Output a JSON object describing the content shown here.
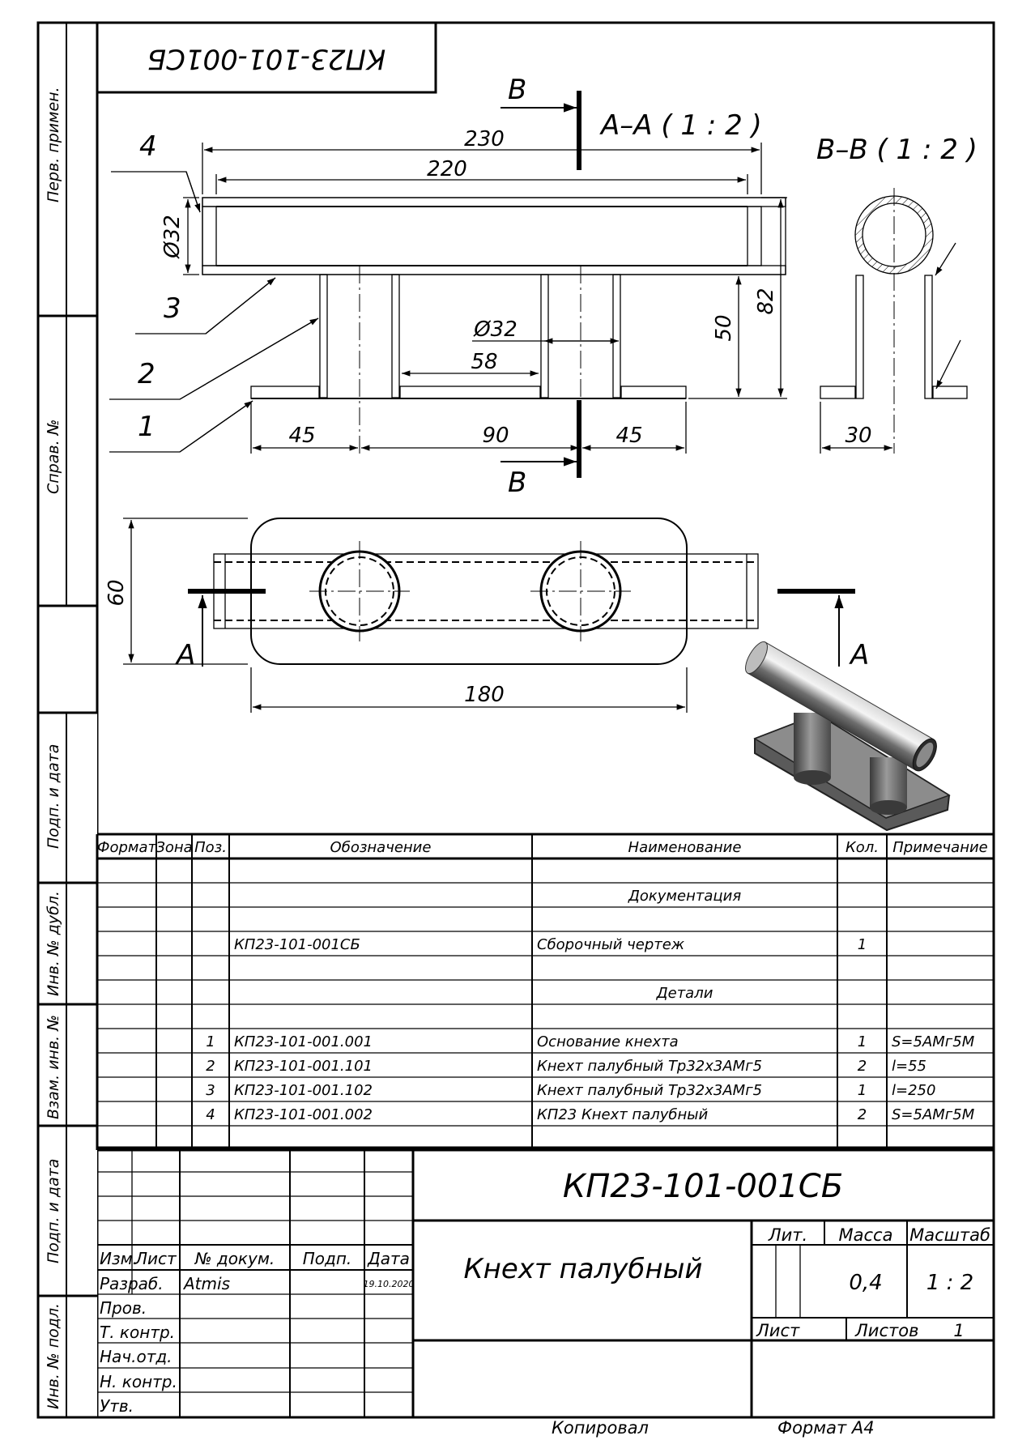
{
  "doc_code_inverted": "КП23-101-001СБ",
  "side_columns": {
    "perv_primen": "Перв. примен.",
    "sprav_no": "Справ. №",
    "podp_data_1": "Подп. и дата",
    "inv_dubl": "Инв. № дубл.",
    "vzam_inv": "Взам. инв. №",
    "podp_data_2": "Подп. и дата",
    "inv_podl": "Инв. № подл."
  },
  "views": {
    "section_aa": "А–А ( 1 : 2 )",
    "section_bb": "В–В ( 1 : 2 )",
    "cut_a": "А",
    "cut_b": "В"
  },
  "dimensions": {
    "d230": "230",
    "d220": "220",
    "d32_left": "Ø32",
    "d32_mid": "Ø32",
    "d58": "58",
    "d50": "50",
    "d82": "82",
    "d45_left": "45",
    "d90": "90",
    "d45_right": "45",
    "d30": "30",
    "d60": "60",
    "d180": "180"
  },
  "leaders": {
    "p1": "1",
    "p2": "2",
    "p3": "3",
    "p4": "4"
  },
  "spec": {
    "headers": [
      "Формат",
      "Зона",
      "Поз.",
      "Обозначение",
      "Наименование",
      "Кол.",
      "Примечание"
    ],
    "rows": [
      [
        "",
        "",
        "",
        "",
        "",
        "",
        ""
      ],
      [
        "",
        "",
        "",
        "",
        "Документация",
        "",
        ""
      ],
      [
        "",
        "",
        "",
        "",
        "",
        "",
        ""
      ],
      [
        "",
        "",
        "",
        "КП23-101-001СБ",
        "Сборочный чертеж",
        "1",
        ""
      ],
      [
        "",
        "",
        "",
        "",
        "",
        "",
        ""
      ],
      [
        "",
        "",
        "",
        "",
        "Детали",
        "",
        ""
      ],
      [
        "",
        "",
        "",
        "",
        "",
        "",
        ""
      ],
      [
        "",
        "",
        "1",
        "КП23-101-001.001",
        "Основание кнехта",
        "1",
        "S=5АМг5М"
      ],
      [
        "",
        "",
        "2",
        "КП23-101-001.101",
        "Кнехт палубный Тр32х3АМг5",
        "2",
        "l=55"
      ],
      [
        "",
        "",
        "3",
        "КП23-101-001.102",
        "Кнехт палубный Тр32х3АМг5",
        "1",
        "l=250"
      ],
      [
        "",
        "",
        "4",
        "КП23-101-001.002",
        "КП23 Кнехт палубный",
        "2",
        "S=5АМг5М"
      ],
      [
        "",
        "",
        "",
        "",
        "",
        "",
        ""
      ]
    ]
  },
  "title_block": {
    "code": "КП23-101-001СБ",
    "name": "Кнехт палубный",
    "h_izm": "Изм.",
    "h_list": "Лист",
    "h_doc": "№ докум.",
    "h_podp": "Подп.",
    "h_data": "Дата",
    "razrab": "Разраб.",
    "razrab_name": "Atmis",
    "razrab_date": "19.10.2020",
    "prov": "Пров.",
    "t_kontr": "Т. контр.",
    "nach_otd": "Нач.отд.",
    "n_kontr": "Н. контр.",
    "utv": "Утв.",
    "lit": "Лит.",
    "massa": "Масса",
    "masshtab": "Масштаб",
    "massa_val": "0,4",
    "masshtab_val": "1 : 2",
    "list": "Лист",
    "listov": "Листов",
    "listov_val": "1"
  },
  "footer": {
    "kopiroval": "Копировал",
    "format": "Формат А4"
  }
}
